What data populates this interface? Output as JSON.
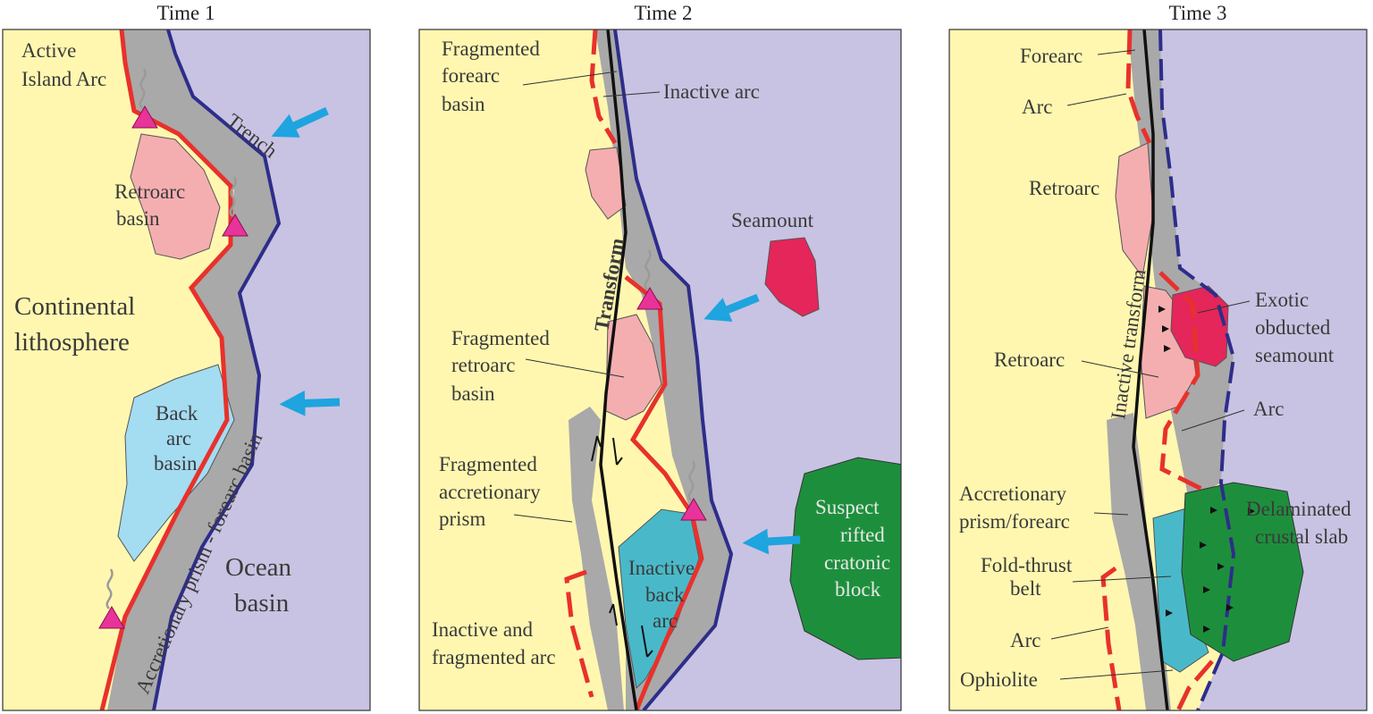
{
  "panels": [
    {
      "title": "Time 1",
      "labels": {
        "active_island_arc_1": "Active",
        "active_island_arc_2": "Island Arc",
        "trench": "Trench",
        "retroarc_1": "Retroarc",
        "retroarc_2": "basin",
        "continental_1": "Continental",
        "continental_2": "lithosphere",
        "back_arc_1": "Back",
        "back_arc_2": "arc",
        "back_arc_3": "basin",
        "prism": "Accretionary prism - forearc basin",
        "ocean_1": "Ocean",
        "ocean_2": "basin"
      }
    },
    {
      "title": "Time 2",
      "labels": {
        "forearc_1": "Fragmented",
        "forearc_2": "forearc",
        "forearc_3": "basin",
        "inactive_arc": "Inactive  arc",
        "seamount": "Seamount",
        "transform": "Transform",
        "retro_1": "Fragmented",
        "retro_2": "retroarc",
        "retro_3": "basin",
        "prism_1": "Fragmented",
        "prism_2": "accretionary",
        "prism_3": "prism",
        "backarc_1": "Inactive",
        "backarc_2": "back",
        "backarc_3": "arc",
        "block_1": "Suspect",
        "block_2": "rifted",
        "block_3": "cratonic",
        "block_4": "block",
        "frag_arc_1": "Inactive and",
        "frag_arc_2": "fragmented arc"
      }
    },
    {
      "title": "Time 3",
      "labels": {
        "forearc": "Forearc",
        "arc_top": "Arc",
        "retroarc_top": "Retroarc",
        "inactive_transform": "Inactive transform",
        "exotic_1": "Exotic",
        "exotic_2": "obducted",
        "exotic_3": "seamount",
        "retroarc_mid": "Retroarc",
        "arc_mid": "Arc",
        "prism_1": "Accretionary",
        "prism_2": "prism/forearc",
        "delam_1": "Delaminated",
        "delam_2": "crustal slab",
        "fold_1": "Fold-thrust",
        "fold_2": "belt",
        "arc_bottom": "Arc",
        "ophiolite": "Ophiolite"
      }
    }
  ],
  "colors": {
    "continent": "#fff7b0",
    "ocean": "#c8c3e2",
    "prism": "#a9a9a9",
    "arc_line": "#e8312c",
    "trench_line": "#2e2d8a",
    "retroarc": "#f5aeb0",
    "back_arc_t1": "#a4dcf2",
    "back_arc_t2": "#49b9c9",
    "seamount": "#e4265a",
    "cratonic_block": "#1d8f3c",
    "volcano": "#e8339a",
    "arrow": "#1ea4df"
  }
}
